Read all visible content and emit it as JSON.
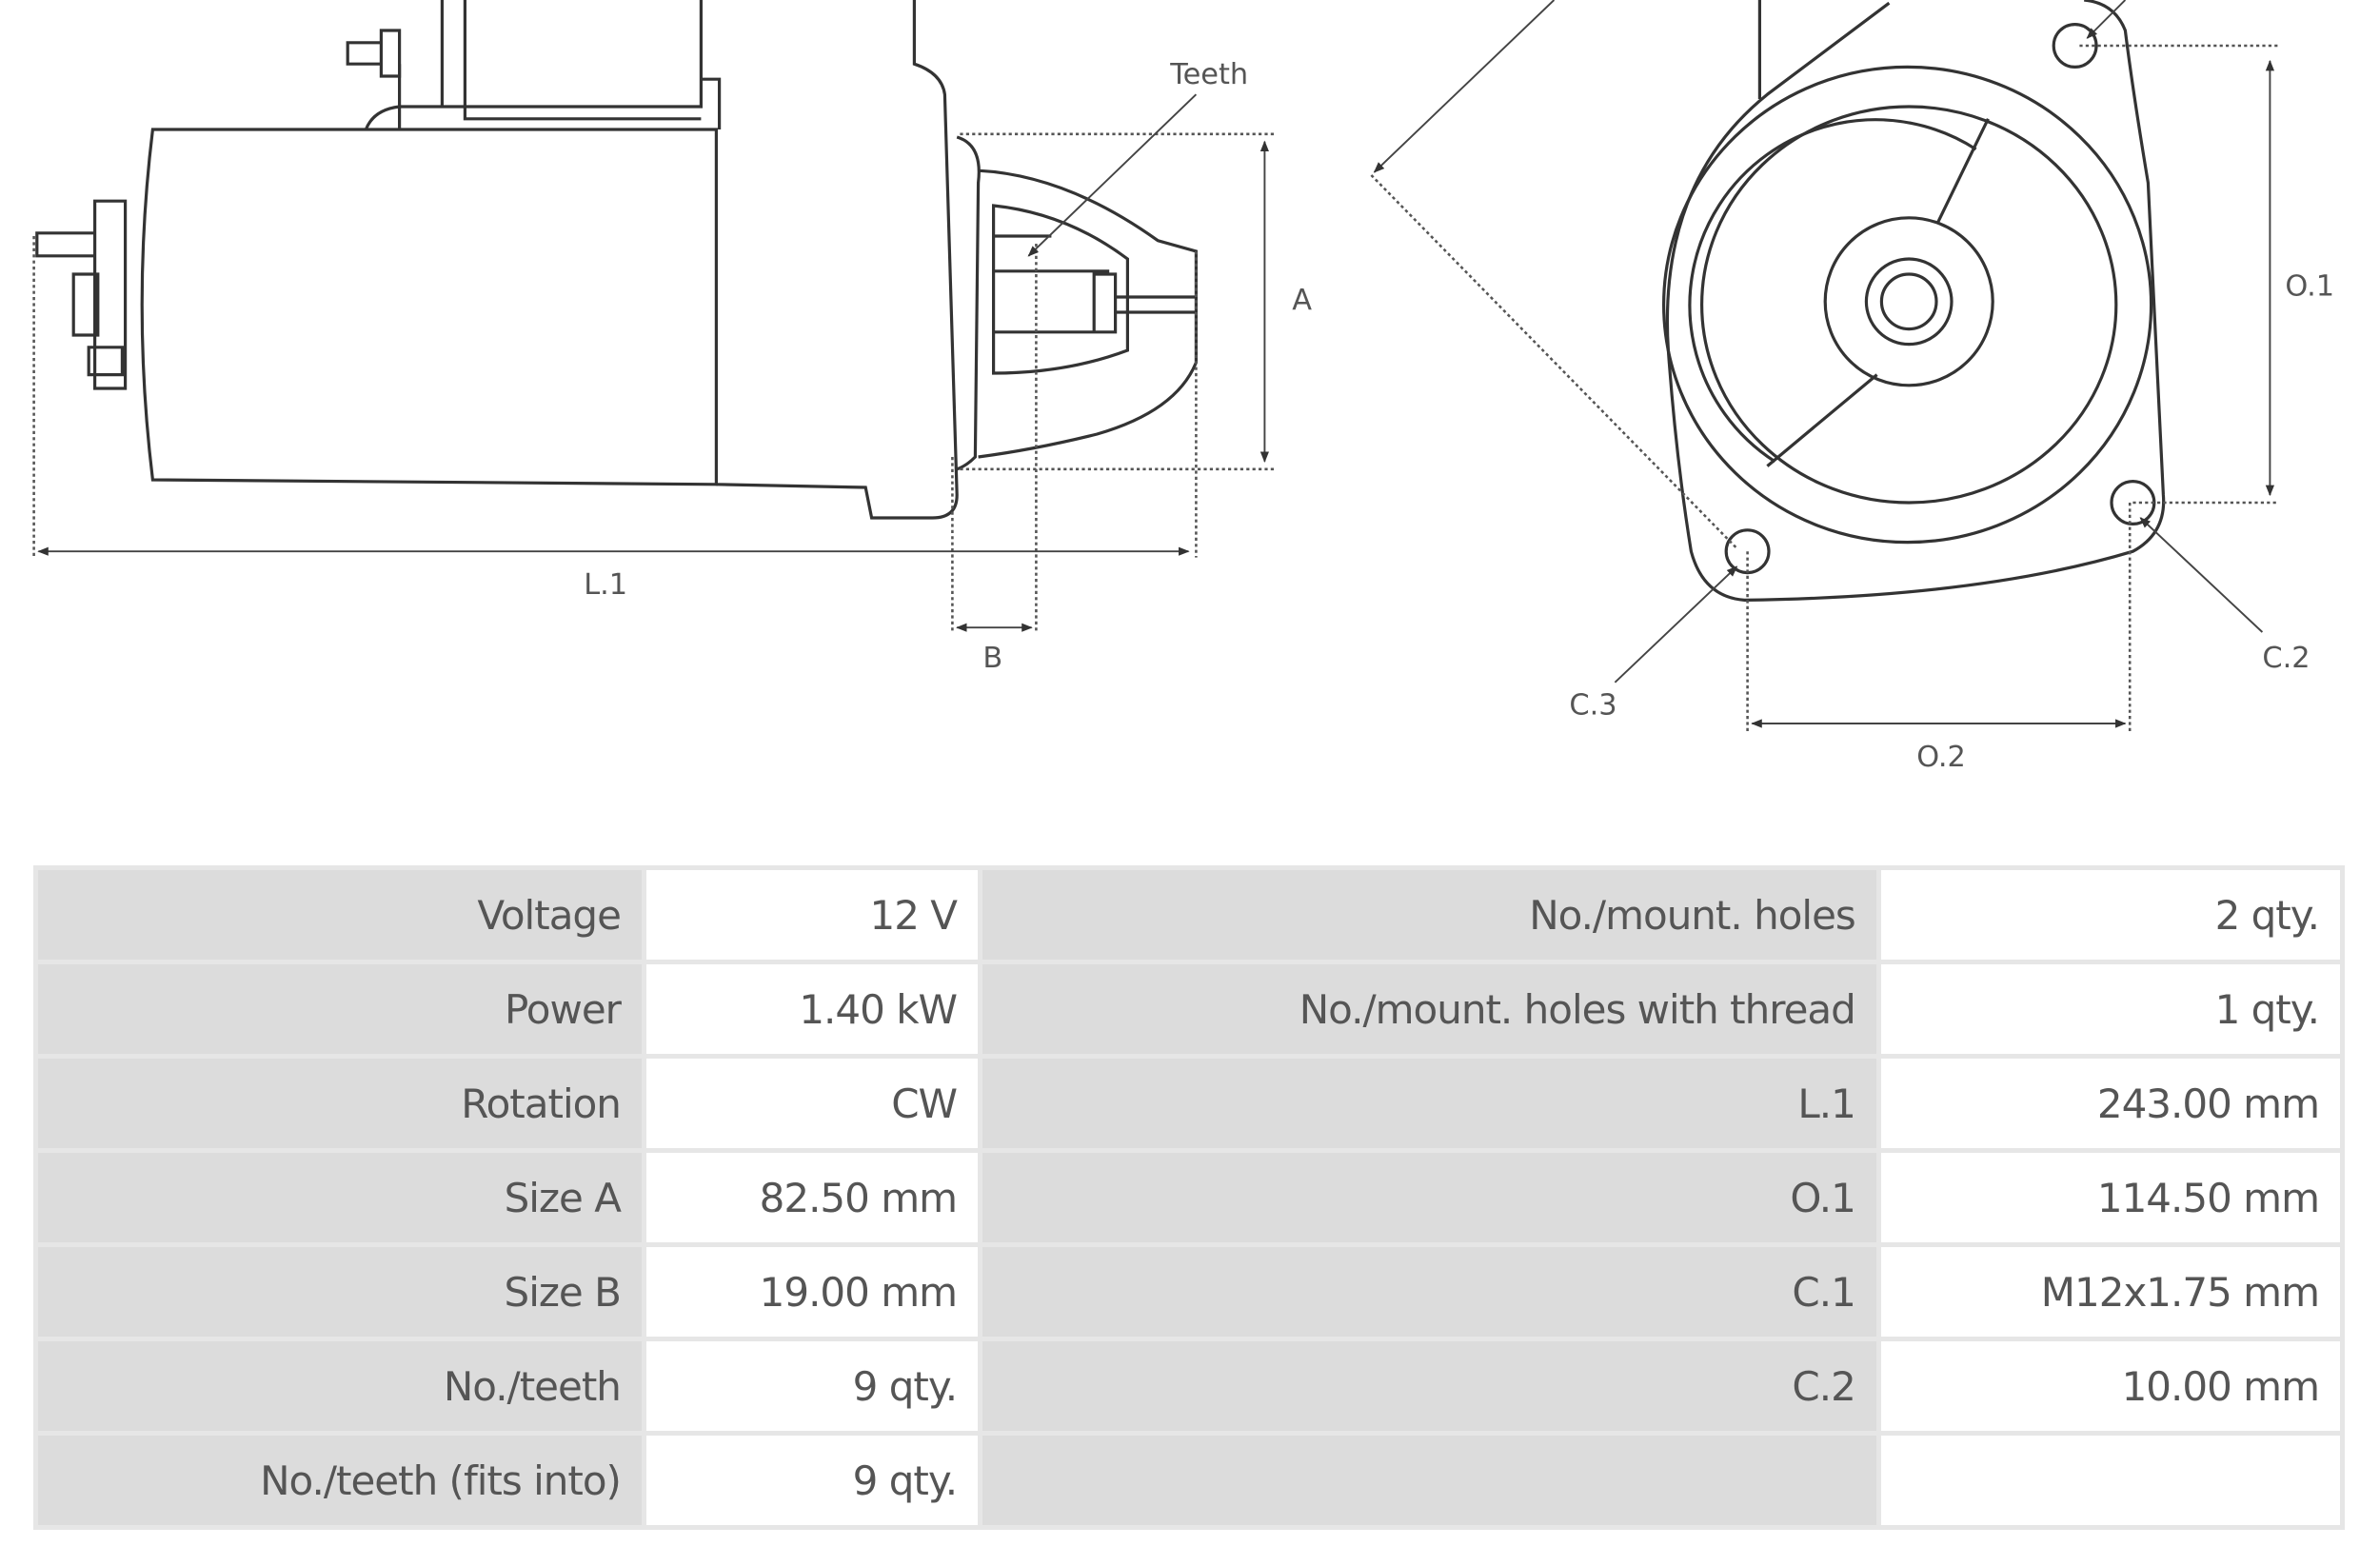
{
  "drawing": {
    "side_view_labels": {
      "teeth": "Teeth",
      "a": "A",
      "b": "B",
      "l1": "L.1"
    },
    "front_view_labels": {
      "o1": "O.1",
      "o2": "O.2",
      "c2": "C.2",
      "c3": "C.3"
    }
  },
  "specs": {
    "rows": [
      {
        "label1": "Voltage",
        "value1": "12 V",
        "label2": "No./mount. holes",
        "value2": "2 qty."
      },
      {
        "label1": "Power",
        "value1": "1.40 kW",
        "label2": "No./mount. holes with thread",
        "value2": "1 qty."
      },
      {
        "label1": "Rotation",
        "value1": "CW",
        "label2": "L.1",
        "value2": "243.00 mm"
      },
      {
        "label1": "Size A",
        "value1": "82.50 mm",
        "label2": "O.1",
        "value2": "114.50 mm"
      },
      {
        "label1": "Size B",
        "value1": "19.00 mm",
        "label2": "C.1",
        "value2": "M12x1.75 mm"
      },
      {
        "label1": "No./teeth",
        "value1": "9 qty.",
        "label2": "C.2",
        "value2": "10.00 mm"
      },
      {
        "label1": "No./teeth (fits into)",
        "value1": "9 qty.",
        "label2": "",
        "value2": ""
      }
    ]
  }
}
